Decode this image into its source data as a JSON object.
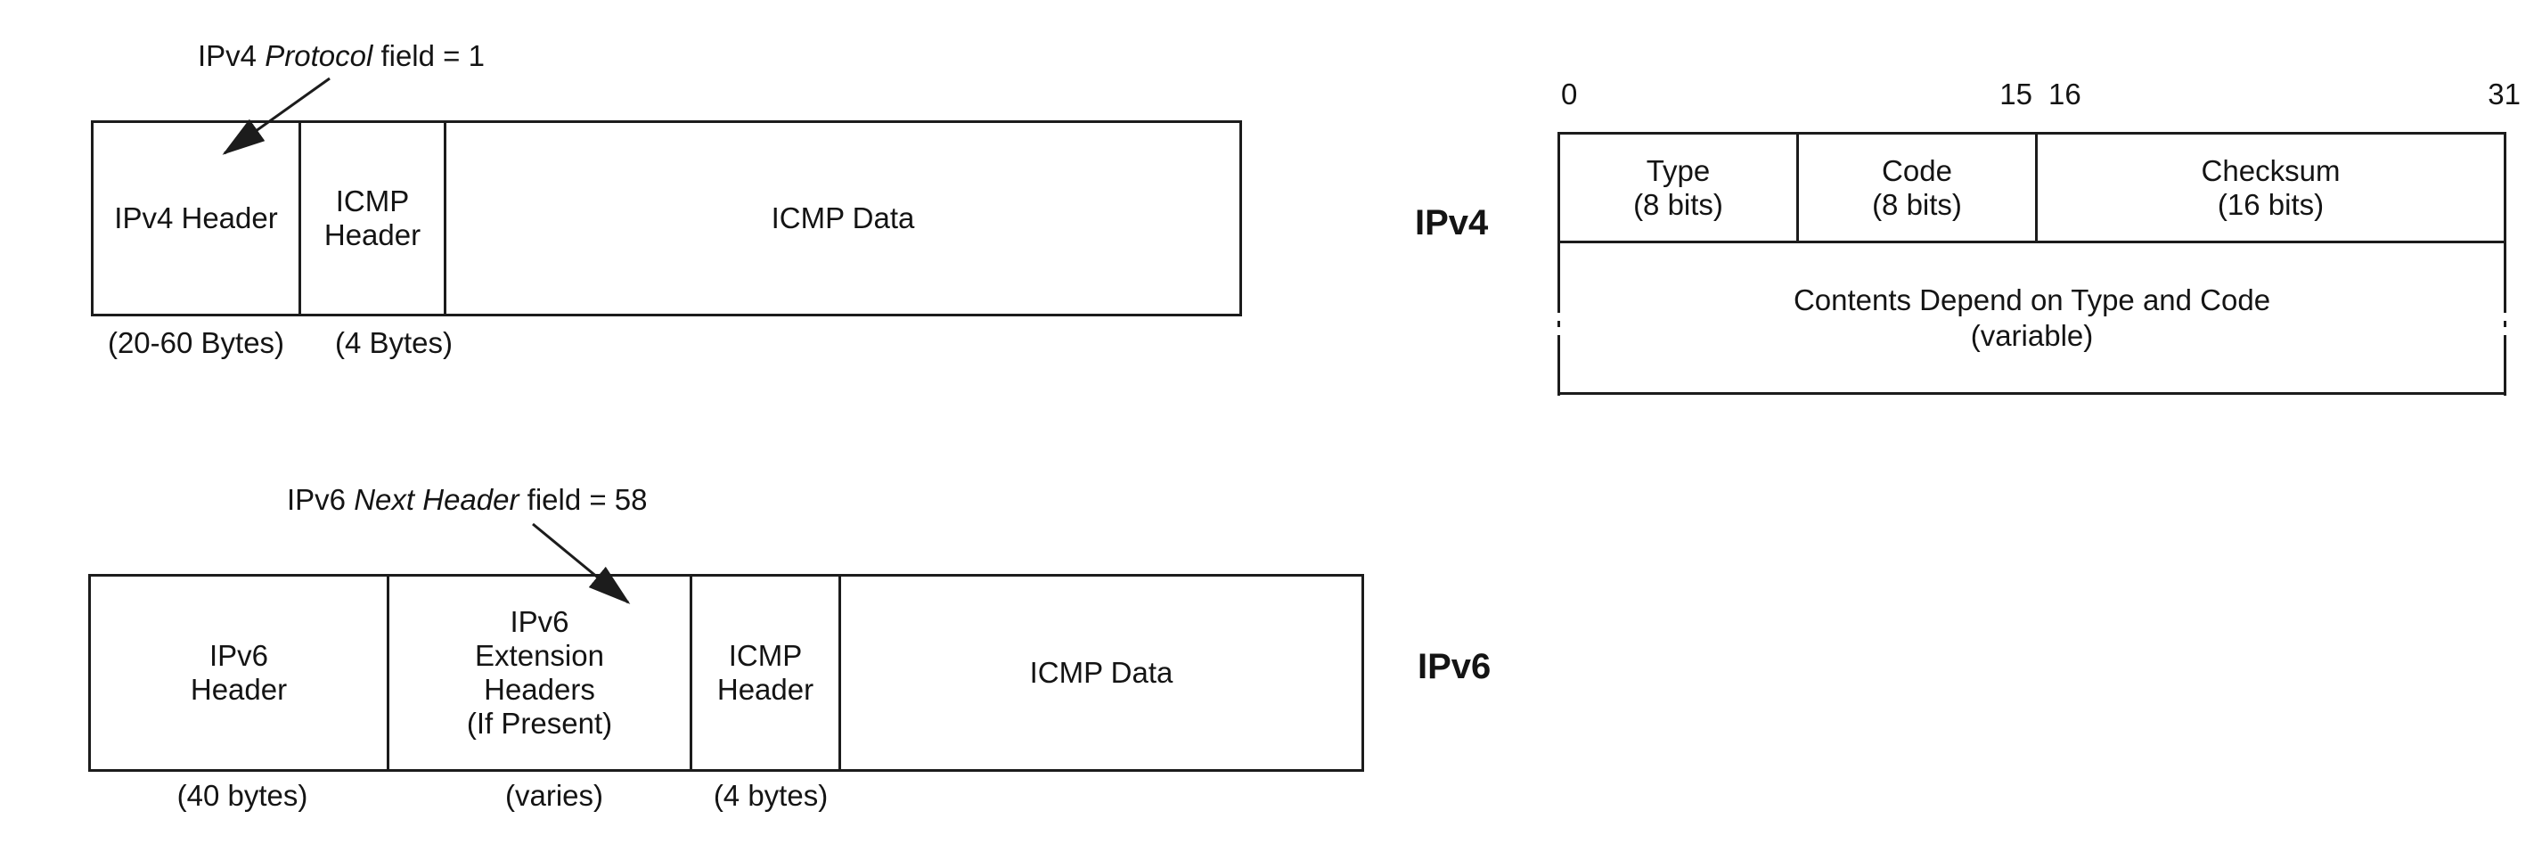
{
  "diagram": {
    "ipv4_encapsulation": {
      "annotation": {
        "pre": "IPv4",
        "italic": "Protocol",
        "post": "field = 1"
      },
      "row_label": "IPv4",
      "cells": [
        {
          "lines": [
            "IPv4 Header"
          ],
          "size": "(20-60 Bytes)"
        },
        {
          "lines": [
            "ICMP",
            "Header"
          ],
          "size": "(4 Bytes)"
        },
        {
          "lines": [
            "ICMP Data"
          ]
        }
      ]
    },
    "ipv6_encapsulation": {
      "annotation": {
        "pre": "IPv6",
        "italic": "Next Header",
        "post": "field = 58"
      },
      "row_label": "IPv6",
      "cells": [
        {
          "lines": [
            "IPv6",
            "Header"
          ],
          "size": "(40 bytes)"
        },
        {
          "lines": [
            "IPv6",
            "Extension",
            "Headers",
            "(If Present)"
          ],
          "size": "(varies)"
        },
        {
          "lines": [
            "ICMP",
            "Header"
          ],
          "size": "(4 bytes)"
        },
        {
          "lines": [
            "ICMP Data"
          ]
        }
      ]
    },
    "icmp_message_format": {
      "bit_ruler": {
        "start": "0",
        "mid_left": "15",
        "mid_right": "16",
        "end": "31"
      },
      "header_fields": [
        {
          "name": "Type",
          "size": "(8 bits)"
        },
        {
          "name": "Code",
          "size": "(8 bits)"
        },
        {
          "name": "Checksum",
          "size": "(16 bits)"
        }
      ],
      "body_field": {
        "line1": "Contents Depend on Type and Code",
        "line2": "(variable)"
      }
    },
    "line_color": "#1c1c1c"
  }
}
